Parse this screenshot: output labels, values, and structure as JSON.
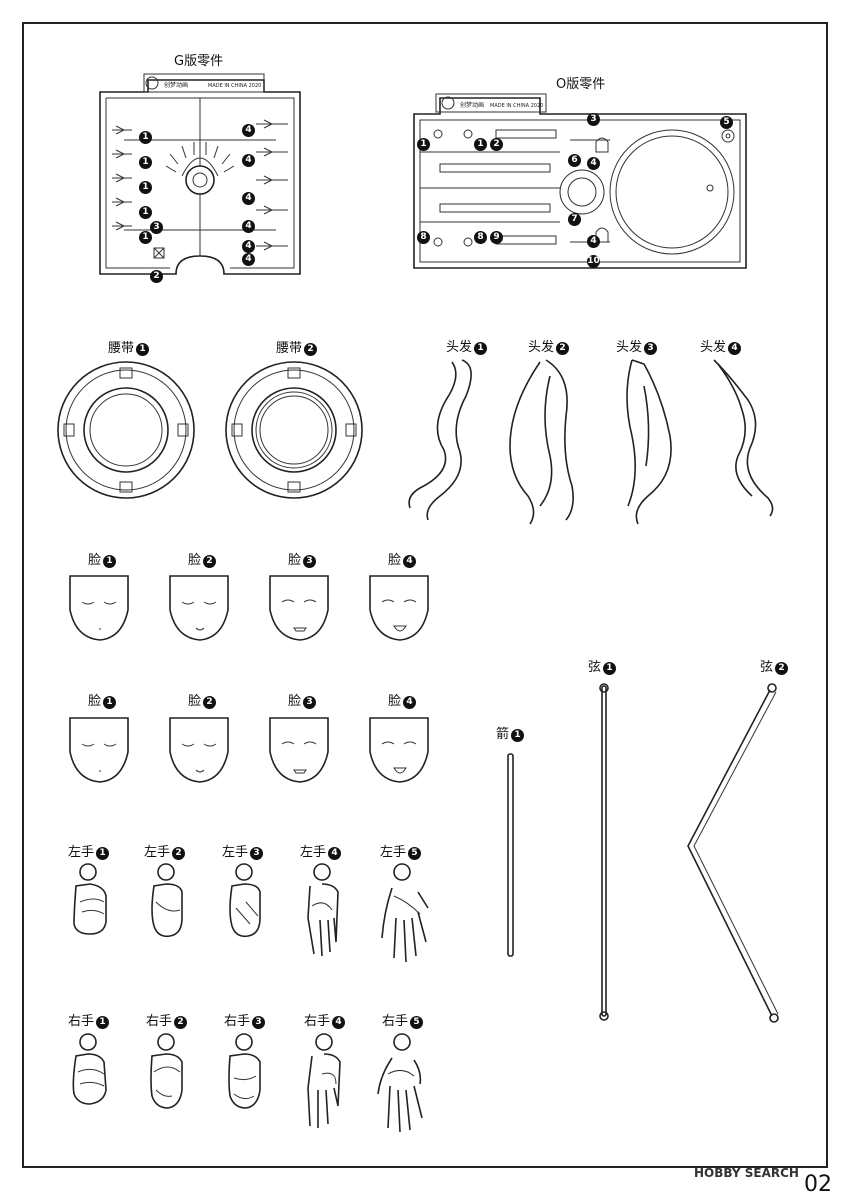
{
  "sprues": {
    "g_title": "G版零件",
    "o_title": "O版零件",
    "g_stamp": "MADE IN CHINA 2020",
    "o_stamp": "MADE IN CHINA 2020",
    "brand": "创梦动画"
  },
  "parts": {
    "belts": [
      {
        "label": "腰带",
        "num": "1"
      },
      {
        "label": "腰带",
        "num": "2"
      }
    ],
    "hair": [
      {
        "label": "头发",
        "num": "1"
      },
      {
        "label": "头发",
        "num": "2"
      },
      {
        "label": "头发",
        "num": "3"
      },
      {
        "label": "头发",
        "num": "4"
      }
    ],
    "faces_row1": [
      {
        "label": "脸",
        "num": "1"
      },
      {
        "label": "脸",
        "num": "2"
      },
      {
        "label": "脸",
        "num": "3"
      },
      {
        "label": "脸",
        "num": "4"
      }
    ],
    "faces_row2": [
      {
        "label": "脸",
        "num": "1"
      },
      {
        "label": "脸",
        "num": "2"
      },
      {
        "label": "脸",
        "num": "3"
      },
      {
        "label": "脸",
        "num": "4"
      }
    ],
    "left_hands": [
      {
        "label": "左手",
        "num": "1"
      },
      {
        "label": "左手",
        "num": "2"
      },
      {
        "label": "左手",
        "num": "3"
      },
      {
        "label": "左手",
        "num": "4"
      },
      {
        "label": "左手",
        "num": "5"
      }
    ],
    "right_hands": [
      {
        "label": "右手",
        "num": "1"
      },
      {
        "label": "右手",
        "num": "2"
      },
      {
        "label": "右手",
        "num": "3"
      },
      {
        "label": "右手",
        "num": "4"
      },
      {
        "label": "右手",
        "num": "5"
      }
    ],
    "arrow": {
      "label": "箭",
      "num": "1"
    },
    "strings": [
      {
        "label": "弦",
        "num": "1"
      },
      {
        "label": "弦",
        "num": "2"
      }
    ]
  },
  "g_sprue_numbers": [
    "1",
    "1",
    "1",
    "1",
    "1",
    "3",
    "2",
    "4",
    "4",
    "4",
    "4",
    "4",
    "4"
  ],
  "o_sprue_numbers": [
    "1",
    "1",
    "2",
    "3",
    "4",
    "4",
    "5",
    "6",
    "7",
    "8",
    "8",
    "9",
    "10"
  ],
  "footer": {
    "watermark": "HOBBY SEARCH",
    "page_number": "02"
  }
}
